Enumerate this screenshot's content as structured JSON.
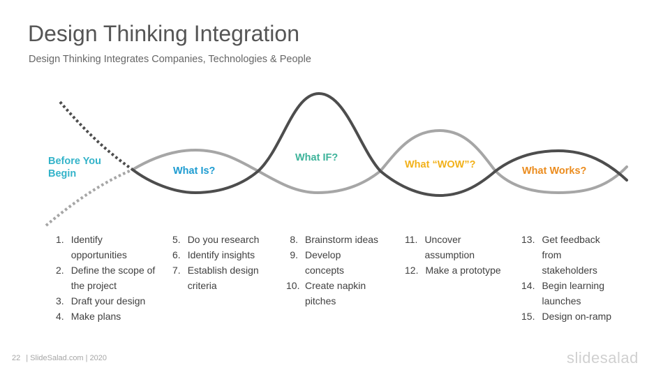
{
  "title": "Design Thinking Integration",
  "subtitle": "Design Thinking Integrates Companies, Technologies & People",
  "colors": {
    "before": "#33B3C9",
    "what_is": "#1E9CD1",
    "what_if": "#3DB39A",
    "wow": "#F2B11A",
    "works": "#EB8C1E",
    "dark_line": "#4D4D4D",
    "light_line": "#A6A6A6"
  },
  "stages": [
    {
      "label_line1": "Before You",
      "label_line2": "Begin"
    },
    {
      "label": "What Is?"
    },
    {
      "label": "What IF?"
    },
    {
      "label": "What “WOW”?"
    },
    {
      "label": "What Works?"
    }
  ],
  "columns": [
    [
      {
        "num": "1.",
        "text": "Identify opportunities"
      },
      {
        "num": "2.",
        "text": "Define the scope of the project"
      },
      {
        "num": "3.",
        "text": "Draft your design"
      },
      {
        "num": "4.",
        "text": "Make plans"
      }
    ],
    [
      {
        "num": "5.",
        "text": "Do you research"
      },
      {
        "num": "6.",
        "text": "Identify insights"
      },
      {
        "num": "7.",
        "text": "Establish design criteria"
      }
    ],
    [
      {
        "num": "8.",
        "text": "Brainstorm ideas"
      },
      {
        "num": "9.",
        "text": "Develop concepts"
      },
      {
        "num": "10.",
        "text": "Create napkin pitches"
      }
    ],
    [
      {
        "num": "11.",
        "text": "Uncover assumption"
      },
      {
        "num": "12.",
        "text": "Make a prototype"
      }
    ],
    [
      {
        "num": "13.",
        "text": "Get feedback from stakeholders"
      },
      {
        "num": "14.",
        "text": "Begin learning launches"
      },
      {
        "num": "15.",
        "text": "Design on-ramp"
      }
    ]
  ],
  "footer": {
    "page": "22",
    "text": "| SlideSalad.com | 2020"
  },
  "logo": "slidesalad"
}
